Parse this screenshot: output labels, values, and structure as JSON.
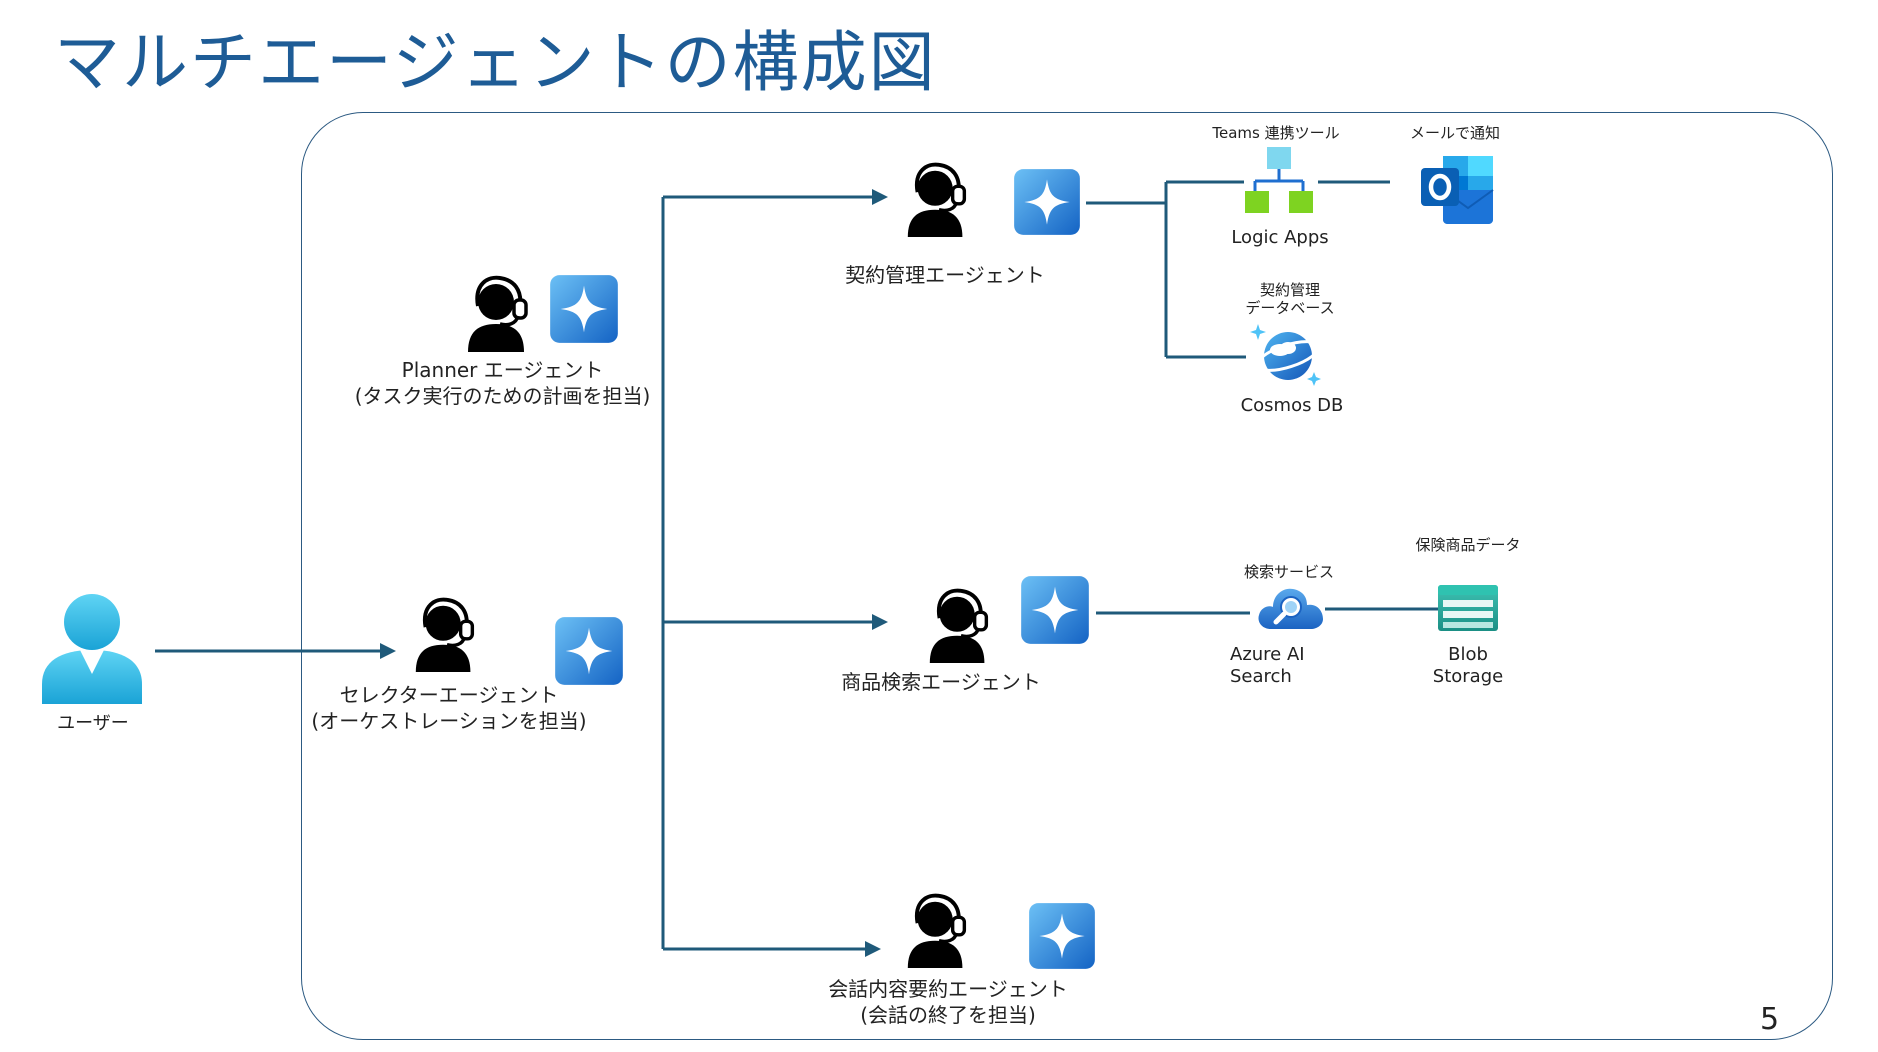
{
  "title": "マルチエージェントの構成図",
  "page_number": "5",
  "user": {
    "label": "ユーザー"
  },
  "agents": {
    "planner": {
      "name": "Planner エージェント",
      "role": "(タスク実行のための計画を担当)"
    },
    "selector": {
      "name": "セレクターエージェント",
      "role": "(オーケストレーションを担当)"
    },
    "contract": {
      "name": "契約管理エージェント"
    },
    "product_search": {
      "name": "商品検索エージェント"
    },
    "summary": {
      "name": "会話内容要約エージェント",
      "role": "(会話の終了を担当)"
    }
  },
  "services": {
    "logic_apps": {
      "caption": "Teams 連携ツール",
      "name": "Logic Apps"
    },
    "outlook": {
      "caption": "メールで通知"
    },
    "cosmos_db": {
      "caption_line1": "契約管理",
      "caption_line2": "データベース",
      "name": "Cosmos DB"
    },
    "azure_ai_search": {
      "caption": "検索サービス",
      "name_line1": "Azure AI",
      "name_line2": "Search"
    },
    "blob_storage": {
      "caption": "保険商品データ",
      "name_line1": "Blob",
      "name_line2": "Storage"
    }
  },
  "colors": {
    "title": "#1e5c96",
    "connector": "#1f5a7a",
    "frame": "#2c5a82",
    "copilot_light": "#5fb4f0",
    "copilot_dark": "#1565c0"
  },
  "icons": {
    "agent": "headset-person-icon",
    "copilot": "sparkle-icon",
    "user": "user-icon",
    "logic_apps": "logic-apps-icon",
    "outlook": "outlook-icon",
    "cosmos_db": "cosmos-db-icon",
    "search": "search-cloud-icon",
    "storage": "storage-icon"
  }
}
